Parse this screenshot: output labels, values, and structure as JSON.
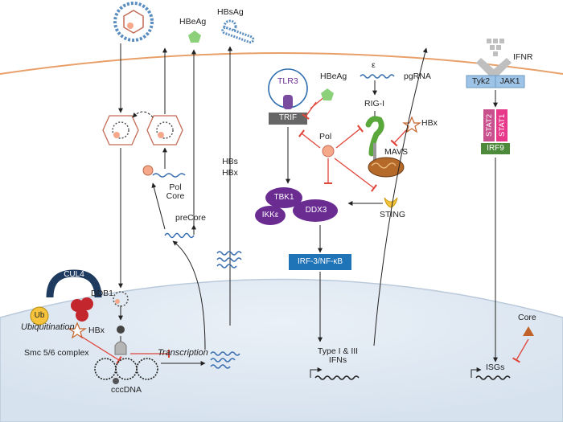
{
  "labels": {
    "hbeag_top": "HBeAg",
    "hbsag": "HBsAg",
    "hbs": "HBs",
    "hbx_mid": "HBx",
    "pol_core": "Pol\nCore",
    "precore": "preCore",
    "cul4": "CUL4",
    "ub": "Ub",
    "ddb1": "DDB1",
    "hbx_left": "HBx",
    "ubiquitination": "Ubiquitination",
    "smc": "Smc 5/6 complex",
    "transcription": "Transcription",
    "cccdna": "cccDNA",
    "tlr3": "TLR3",
    "trif": "TRIF",
    "hbeag_mid": "HBeAg",
    "pol": "Pol",
    "epsilon": "ε",
    "pgrna": "pgRNA",
    "rigi": "RIG-I",
    "hbx_right": "HBx",
    "mavs": "MAVS",
    "tbk1": "TBK1",
    "ikke": "IKKε",
    "ddx3": "DDX3",
    "sting": "STING",
    "irf": "IRF-3/NF-κB",
    "type_ifn": "Type I & III\nIFNs",
    "ifnr": "IFNR",
    "tyk2": "Tyk2",
    "jak1": "JAK1",
    "stat2": "STAT2",
    "stat1": "STAT1",
    "irf9": "IRF9",
    "core": "Core",
    "isgs": "ISGs"
  },
  "colors": {
    "nucleus": "#dfe8f2",
    "membrane": "#e8a06a",
    "virus": "#5b8ec0",
    "purple": "#6a2c91",
    "irf_box": "#1f73b7",
    "inhibit": "#e0453a",
    "red_ball": "#c4262e",
    "pol_ball": "#f5a98a",
    "hbeag": "#8cd07a",
    "sting": "#f5c43c",
    "stat2": "#c8508c",
    "stat1": "#e8388a",
    "irf9": "#4e8a3c",
    "receptor": "#9dc3e6",
    "ligand": "#bfbfbf",
    "core_tri": "#c0622a"
  }
}
